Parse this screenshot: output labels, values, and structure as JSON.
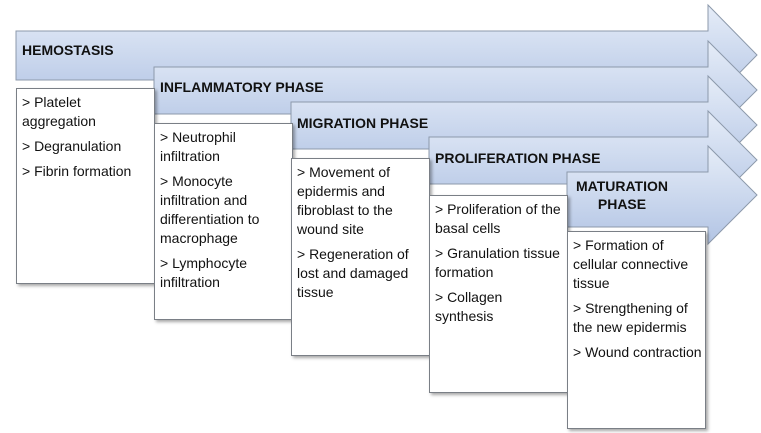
{
  "colors": {
    "arrow_fill_top": "#e6edf8",
    "arrow_fill_bottom": "#b2c4e4",
    "arrow_stroke": "#8c99ab"
  },
  "phases": [
    {
      "title": "HEMOSTASIS",
      "items": [
        "> Platelet aggregation",
        "> Degranulation",
        "> Fibrin formation"
      ]
    },
    {
      "title": "INFLAMMATORY PHASE",
      "items": [
        "> Neutrophil infiltration",
        "> Monocyte infiltration and differentiation to macrophage",
        "> Lymphocyte infiltration"
      ]
    },
    {
      "title": "MIGRATION PHASE",
      "items": [
        "> Movement of epidermis and fibroblast to the wound site",
        "> Regeneration of lost and damaged tissue"
      ]
    },
    {
      "title": "PROLIFERATION PHASE",
      "items": [
        "> Proliferation of the basal cells",
        "> Granulation tissue formation",
        "> Collagen synthesis"
      ]
    },
    {
      "title": "MATURATION PHASE",
      "items": [
        "> Formation of cellular connective tissue",
        "> Strengthening of the new epidermis",
        "> Wound contraction"
      ]
    }
  ]
}
